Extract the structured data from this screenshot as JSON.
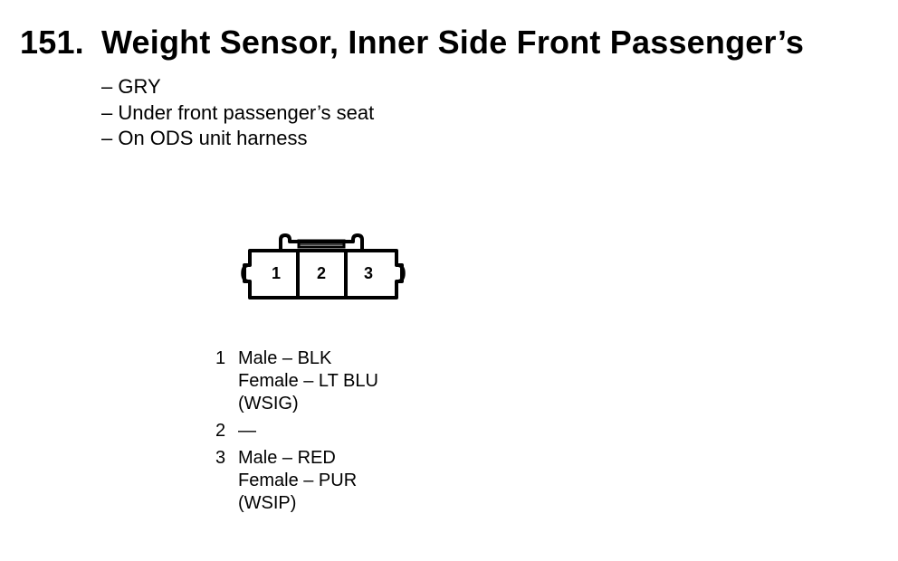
{
  "heading": {
    "number": "151.",
    "title": "Weight Sensor, Inner Side Front Passenger’s"
  },
  "details": [
    "– GRY",
    "– Under front passenger’s seat",
    "– On ODS unit harness"
  ],
  "connector": {
    "cavities": [
      "1",
      "2",
      "3"
    ]
  },
  "pinout": [
    {
      "number": "1",
      "lines": [
        "Male – BLK",
        "Female – LT BLU",
        "(WSIG)"
      ]
    },
    {
      "number": "2",
      "lines": [
        "—"
      ]
    },
    {
      "number": "3",
      "lines": [
        "Male – RED",
        "Female – PUR",
        "(WSIP)"
      ]
    }
  ]
}
